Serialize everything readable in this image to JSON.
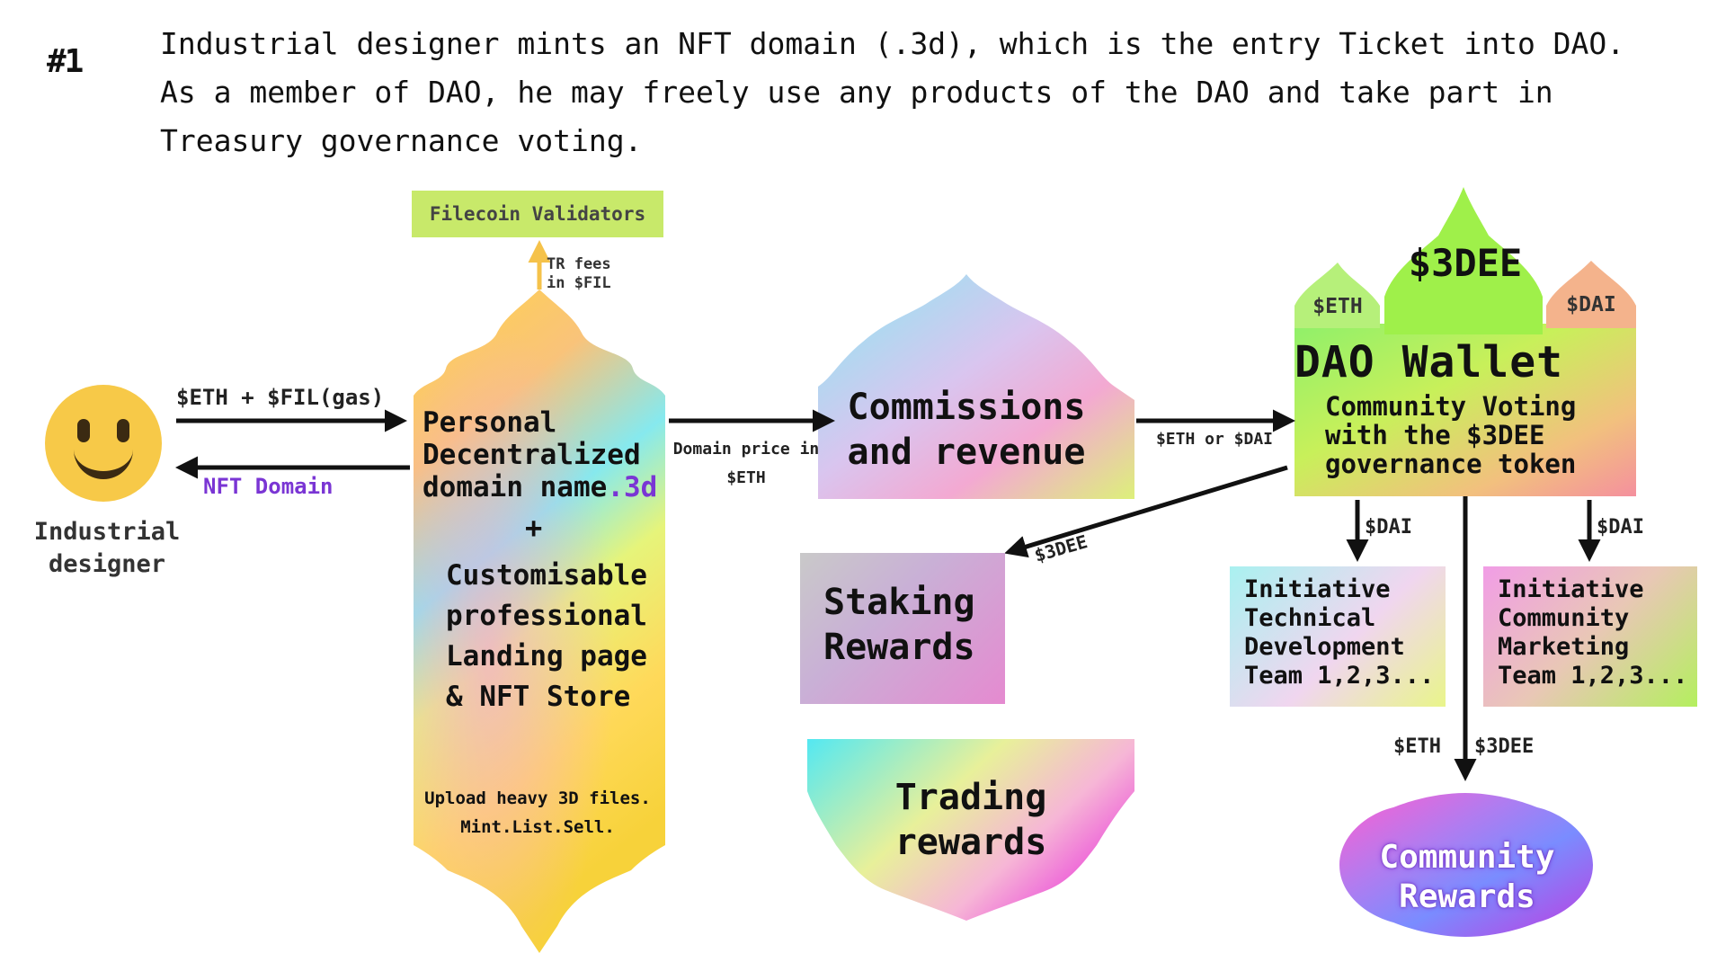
{
  "header": {
    "step_number": "#1",
    "description": "Industrial designer mints an NFT domain (.3d), which is the entry Ticket into DAO. As a member of DAO, he may freely use any products of the DAO and take part in Treasury governance voting."
  },
  "actor": {
    "label": "Industrial designer",
    "icon": "smiley-face-icon"
  },
  "flows": {
    "eth_fil_gas": "$ETH + $FIL(gas)",
    "nft_domain": "NFT Domain",
    "tr_fees": "TR fees in $FIL",
    "domain_price": "Domain price in $ETH",
    "eth_or_dai": "$ETH or $DAI",
    "staking_3dee": "$3DEE",
    "dai_left": "$DAI",
    "dai_right": "$DAI",
    "eth": "$ETH",
    "threedee": "$3DEE"
  },
  "filecoin": {
    "label": "Filecoin Validators"
  },
  "domain_box": {
    "line1": "Personal",
    "line2": "Decentralized",
    "line3_prefix": "domain name",
    "line3_ext": ".3d",
    "plus": "+",
    "features_line1": "Customisable",
    "features_line2": "professional",
    "features_line3": "Landing page",
    "features_line4": "& NFT Store",
    "bottom_line1": "Upload heavy 3D files.",
    "bottom_line2": "Mint.List.Sell."
  },
  "commissions": {
    "line1": "Commissions",
    "line2": "and revenue"
  },
  "dao_wallet": {
    "title": "DAO Wallet",
    "sub1": "Community Voting",
    "sub2": "with the $3DEE",
    "sub3": "governance token",
    "token_main": "$3DEE",
    "token_left": "$ETH",
    "token_right": "$DAI"
  },
  "staking": {
    "line1": "Staking",
    "line2": "Rewards"
  },
  "trading": {
    "line1": "Trading",
    "line2": "rewards"
  },
  "initiatives": [
    {
      "line1": "Initiative",
      "line2": "Technical",
      "line3": "Development",
      "line4": "Team 1,2,3..."
    },
    {
      "line1": "Initiative",
      "line2": "Community",
      "line3": "Marketing",
      "line4": "Team 1,2,3..."
    }
  ],
  "community": {
    "line1": "Community",
    "line2": "Rewards"
  },
  "colors": {
    "face": "#f7c948",
    "filecoin": "#c8e96a",
    "nft_domain_text": "#7a35d4",
    "arrow": "#111111"
  }
}
